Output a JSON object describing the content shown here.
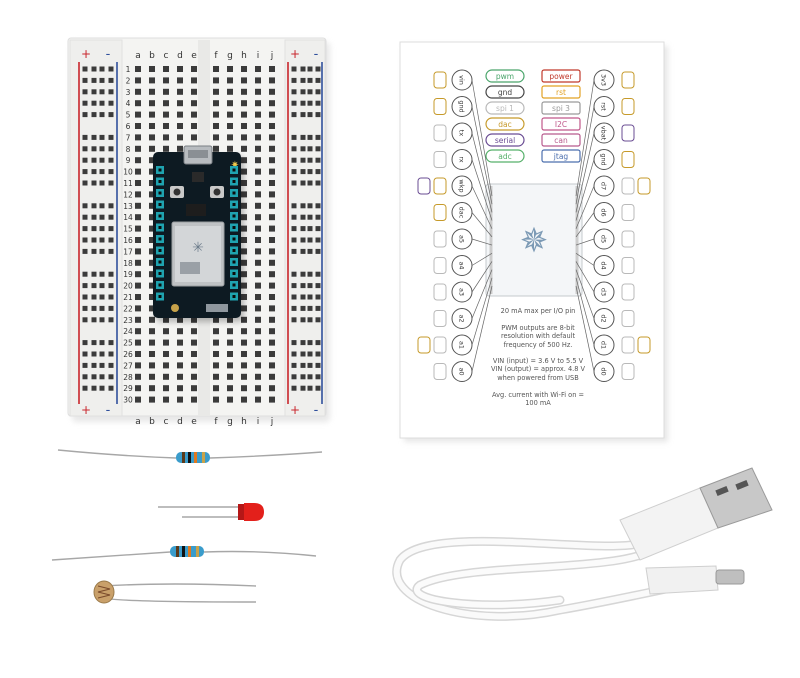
{
  "breadboard": {
    "rail_plus": "+",
    "rail_minus": "-",
    "columns_left": [
      "a",
      "b",
      "c",
      "d",
      "e"
    ],
    "columns_right": [
      "f",
      "g",
      "h",
      "i",
      "j"
    ],
    "row_count": 30
  },
  "pin_card": {
    "legend": [
      "pwm",
      "gnd",
      "spi 1",
      "dac",
      "serial",
      "adc",
      "power",
      "rst",
      "spi 3",
      "I2C",
      "can",
      "jtag"
    ],
    "left_pins": [
      "vin",
      "gnd",
      "tx",
      "rx",
      "wkp",
      "dac",
      "a5",
      "a4",
      "a3",
      "a2",
      "a1",
      "a0"
    ],
    "right_pins": [
      "3v3",
      "rst",
      "vbat",
      "gnd",
      "d7",
      "d6",
      "d5",
      "d4",
      "d3",
      "d2",
      "d1",
      "d0"
    ],
    "note_1": "20 mA max per I/O pin",
    "note_2": [
      "PWM outputs are 8-bit",
      "resolution with default",
      "frequency of 500 Hz."
    ],
    "note_3": [
      "VIN (input) = 3.6 V to 5.5 V",
      "VIN (output) = approx. 4.8 V",
      "when powered from USB"
    ],
    "note_4": [
      "Avg. current with Wi-Fi on =",
      "100 mA"
    ]
  },
  "colors": {
    "rail_red": "#c9252c",
    "rail_blue": "#2f4f9c",
    "pcb": "#0d1a22",
    "header": "#1fa3b0",
    "led": "#e3201b",
    "resistor_body": "#3a9ccb",
    "pwm": "#4aa56b",
    "gnd": "#444444",
    "spi1": "#b9b9b9",
    "dac": "#c69a2a",
    "serial": "#6a4c93",
    "adc": "#56b06a",
    "power": "#c0392b",
    "rst": "#e2a224",
    "spi3": "#9a9a9a",
    "i2c": "#c0588a",
    "can": "#b85b8e",
    "jtag": "#4c6fae"
  }
}
